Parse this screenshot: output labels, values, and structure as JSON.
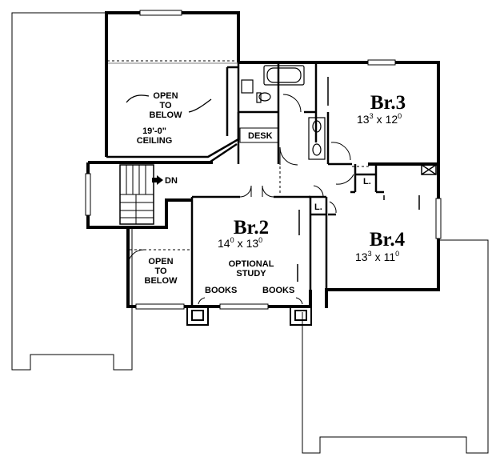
{
  "rooms": {
    "br3": {
      "name": "Br.3",
      "dim_a": "13",
      "dim_a_sup": "3",
      "dim_b": "12",
      "dim_b_sup": "0"
    },
    "br2": {
      "name": "Br.2",
      "dim_a": "14",
      "dim_a_sup": "0",
      "dim_b": "13",
      "dim_b_sup": "0"
    },
    "br4": {
      "name": "Br.4",
      "dim_a": "13",
      "dim_a_sup": "3",
      "dim_b": "11",
      "dim_b_sup": "0"
    }
  },
  "labels": {
    "open_upper": [
      "OPEN",
      "TO",
      "BELOW"
    ],
    "ceiling": [
      "19'-0\"",
      "CEILING"
    ],
    "desk": "DESK",
    "stair_dn": "DN",
    "open_lower": [
      "OPEN",
      "TO",
      "BELOW"
    ],
    "optional_study": [
      "OPTIONAL",
      "STUDY"
    ],
    "books_left": "BOOKS",
    "books_right": "BOOKS",
    "linen_1": "L.",
    "linen_2": "L."
  },
  "dim_separator": "x"
}
